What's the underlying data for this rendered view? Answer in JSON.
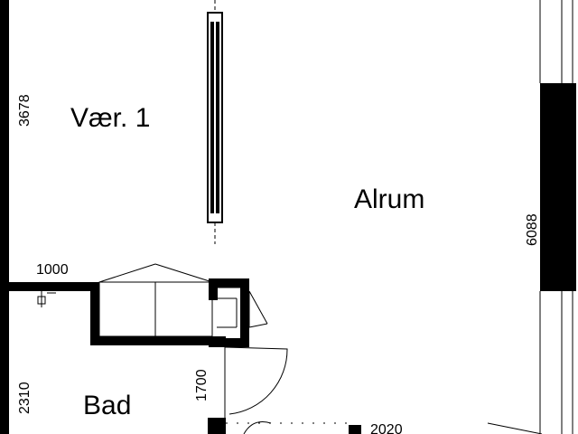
{
  "rooms": {
    "vaer1": "Vær. 1",
    "alrum": "Alrum",
    "bad": "Bad"
  },
  "dimensions": {
    "left_upper": "3678",
    "right_side": "6088",
    "wall_top": "1000",
    "left_lower": "2310",
    "door_height": "1700",
    "bottom_right": "2020"
  },
  "colors": {
    "wall": "#000000",
    "line": "#000000",
    "background": "#ffffff"
  }
}
